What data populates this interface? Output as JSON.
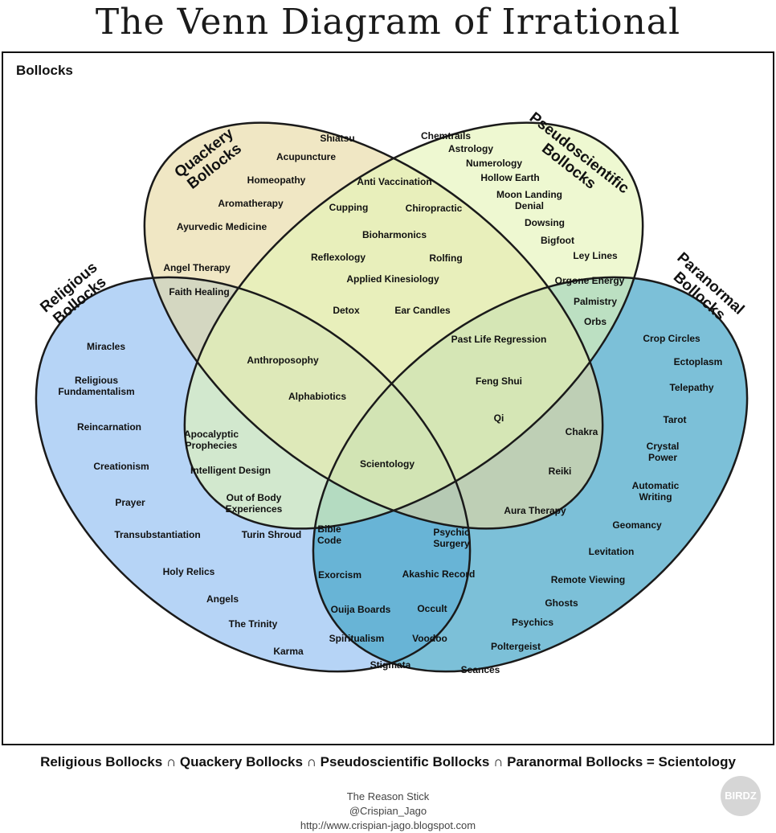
{
  "title": "The Venn Diagram of Irrational Nonsense",
  "universe_label": "Bollocks",
  "sets": {
    "religious": {
      "label_lines": [
        "Religious",
        "Bollocks"
      ],
      "color": "#a9cdf5"
    },
    "quackery": {
      "label_lines": [
        "Quackery",
        "Bollocks"
      ],
      "color": "#e6d9a0"
    },
    "pseudoscientific": {
      "label_lines": [
        "Pseudoscientific",
        "Bollocks"
      ],
      "color": "#e4f3b4"
    },
    "paranormal": {
      "label_lines": [
        "Paranormal",
        "Bollocks"
      ],
      "color": "#4aa8c9"
    }
  },
  "items": [
    {
      "lines": [
        "Shiatsu"
      ]
    },
    {
      "lines": [
        "Acupuncture"
      ]
    },
    {
      "lines": [
        "Homeopathy"
      ]
    },
    {
      "lines": [
        "Aromatherapy"
      ]
    },
    {
      "lines": [
        "Ayurvedic Medicine"
      ]
    },
    {
      "lines": [
        "Chemtrails"
      ]
    },
    {
      "lines": [
        "Astrology"
      ]
    },
    {
      "lines": [
        "Numerology"
      ]
    },
    {
      "lines": [
        "Hollow Earth"
      ]
    },
    {
      "lines": [
        "Moon Landing",
        "Denial"
      ]
    },
    {
      "lines": [
        "Dowsing"
      ]
    },
    {
      "lines": [
        "Bigfoot"
      ]
    },
    {
      "lines": [
        "Anti Vaccination"
      ]
    },
    {
      "lines": [
        "Cupping"
      ]
    },
    {
      "lines": [
        "Chiropractic"
      ]
    },
    {
      "lines": [
        "Bioharmonics"
      ]
    },
    {
      "lines": [
        "Reflexology"
      ]
    },
    {
      "lines": [
        "Rolfing"
      ]
    },
    {
      "lines": [
        "Applied Kinesiology"
      ]
    },
    {
      "lines": [
        "Detox"
      ]
    },
    {
      "lines": [
        "Ear Candles"
      ]
    },
    {
      "lines": [
        "Angel Therapy"
      ]
    },
    {
      "lines": [
        "Faith Healing"
      ]
    },
    {
      "lines": [
        "Ley Lines"
      ]
    },
    {
      "lines": [
        "Orgone Energy"
      ]
    },
    {
      "lines": [
        "Palmistry"
      ]
    },
    {
      "lines": [
        "Orbs"
      ]
    },
    {
      "lines": [
        "Miracles"
      ]
    },
    {
      "lines": [
        "Religious",
        "Fundamentalism"
      ]
    },
    {
      "lines": [
        "Reincarnation"
      ]
    },
    {
      "lines": [
        "Creationism"
      ]
    },
    {
      "lines": [
        "Prayer"
      ]
    },
    {
      "lines": [
        "Transubstantiation"
      ]
    },
    {
      "lines": [
        "Holy Relics"
      ]
    },
    {
      "lines": [
        "Angels"
      ]
    },
    {
      "lines": [
        "The Trinity"
      ]
    },
    {
      "lines": [
        "Karma"
      ]
    },
    {
      "lines": [
        "Anthroposophy"
      ]
    },
    {
      "lines": [
        "Alphabiotics"
      ]
    },
    {
      "lines": [
        "Past Life Regression"
      ]
    },
    {
      "lines": [
        "Feng Shui"
      ]
    },
    {
      "lines": [
        "Qi"
      ]
    },
    {
      "lines": [
        "Apocalyptic",
        "Prophecies"
      ]
    },
    {
      "lines": [
        "Intelligent Design"
      ]
    },
    {
      "lines": [
        "Out of Body",
        "Experiences"
      ]
    },
    {
      "lines": [
        "Turin Shroud"
      ]
    },
    {
      "lines": [
        "Scientology"
      ]
    },
    {
      "lines": [
        "Chakra"
      ]
    },
    {
      "lines": [
        "Reiki"
      ]
    },
    {
      "lines": [
        "Aura Therapy"
      ]
    },
    {
      "lines": [
        "Bible",
        "Code"
      ]
    },
    {
      "lines": [
        "Psychic",
        "Surgery"
      ]
    },
    {
      "lines": [
        "Exorcism"
      ]
    },
    {
      "lines": [
        "Akashic Record"
      ]
    },
    {
      "lines": [
        "Ouija Boards"
      ]
    },
    {
      "lines": [
        "Occult"
      ]
    },
    {
      "lines": [
        "Spiritualism"
      ]
    },
    {
      "lines": [
        "Voodoo"
      ]
    },
    {
      "lines": [
        "Stigmata"
      ]
    },
    {
      "lines": [
        "Crop Circles"
      ]
    },
    {
      "lines": [
        "Ectoplasm"
      ]
    },
    {
      "lines": [
        "Telepathy"
      ]
    },
    {
      "lines": [
        "Tarot"
      ]
    },
    {
      "lines": [
        "Crystal",
        "Power"
      ]
    },
    {
      "lines": [
        "Automatic",
        "Writing"
      ]
    },
    {
      "lines": [
        "Geomancy"
      ]
    },
    {
      "lines": [
        "Levitation"
      ]
    },
    {
      "lines": [
        "Remote Viewing"
      ]
    },
    {
      "lines": [
        "Ghosts"
      ]
    },
    {
      "lines": [
        "Psychics"
      ]
    },
    {
      "lines": [
        "Poltergeist"
      ]
    },
    {
      "lines": [
        "Seances"
      ]
    }
  ],
  "equation": "Religious Bollocks ∩  Quackery Bollocks ∩  Pseudoscientific Bollocks ∩  Paranormal Bollocks = Scientology",
  "credits": {
    "line1": "The Reason Stick",
    "line2": "@Crispian_Jago",
    "line3": "http://www.crispian-jago.blogspot.com"
  },
  "watermark": "BIRDZ"
}
